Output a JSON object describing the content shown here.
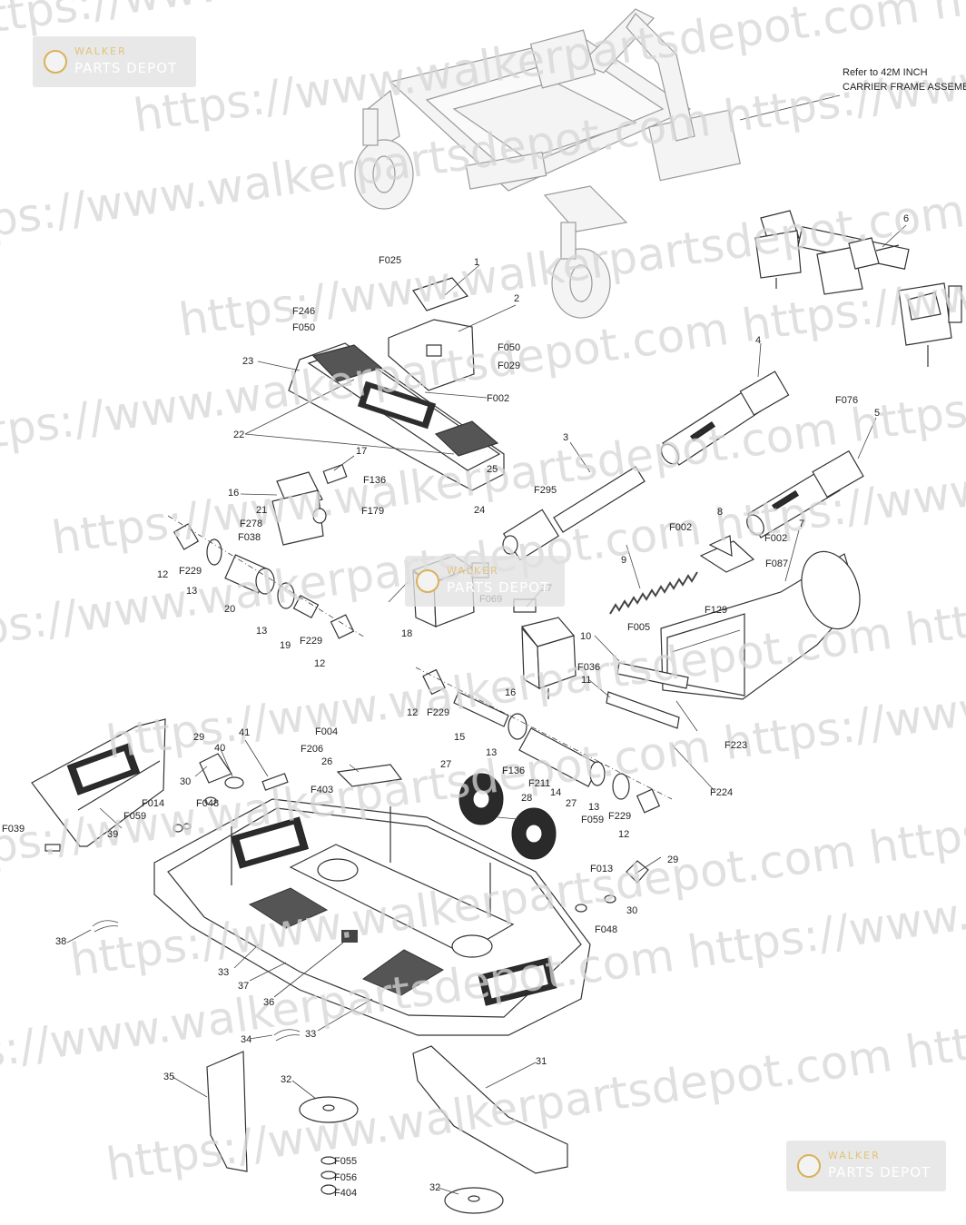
{
  "watermark": {
    "url_text": "https://www.walkerpartsdepot.com",
    "brand_line1": "WALKER",
    "brand_line2": "PARTS DEPOT"
  },
  "note": {
    "line1": "Refer to 42M INCH",
    "line2": "CARRIER FRAME ASSEMBLY"
  },
  "callouts": [
    "F025",
    "1",
    "2",
    "F246",
    "F050",
    "23",
    "F050",
    "F029",
    "F002",
    "22",
    "6",
    "4",
    "F076",
    "5",
    "3",
    "17",
    "F136",
    "F179",
    "16",
    "21",
    "F278",
    "F038",
    "25",
    "F295",
    "24",
    "8",
    "F002",
    "F002",
    "7",
    "F087",
    "F129",
    "12",
    "F229",
    "13",
    "20",
    "13",
    "19",
    "F229",
    "12",
    "9",
    "F005",
    "17",
    "F069",
    "18",
    "10",
    "F036",
    "11",
    "16",
    "12",
    "F229",
    "15",
    "13",
    "F223",
    "F136",
    "F211",
    "14",
    "13",
    "F229",
    "12",
    "F224",
    "29",
    "40",
    "41",
    "F004",
    "F206",
    "26",
    "30",
    "F048",
    "F403",
    "27",
    "28",
    "27",
    "F014",
    "F059",
    "F059",
    "39",
    "F039",
    "F013",
    "29",
    "30",
    "F048",
    "38",
    "33",
    "37",
    "36",
    "33",
    "34",
    "35",
    "31",
    "32",
    "F055",
    "F056",
    "F404",
    "32"
  ]
}
